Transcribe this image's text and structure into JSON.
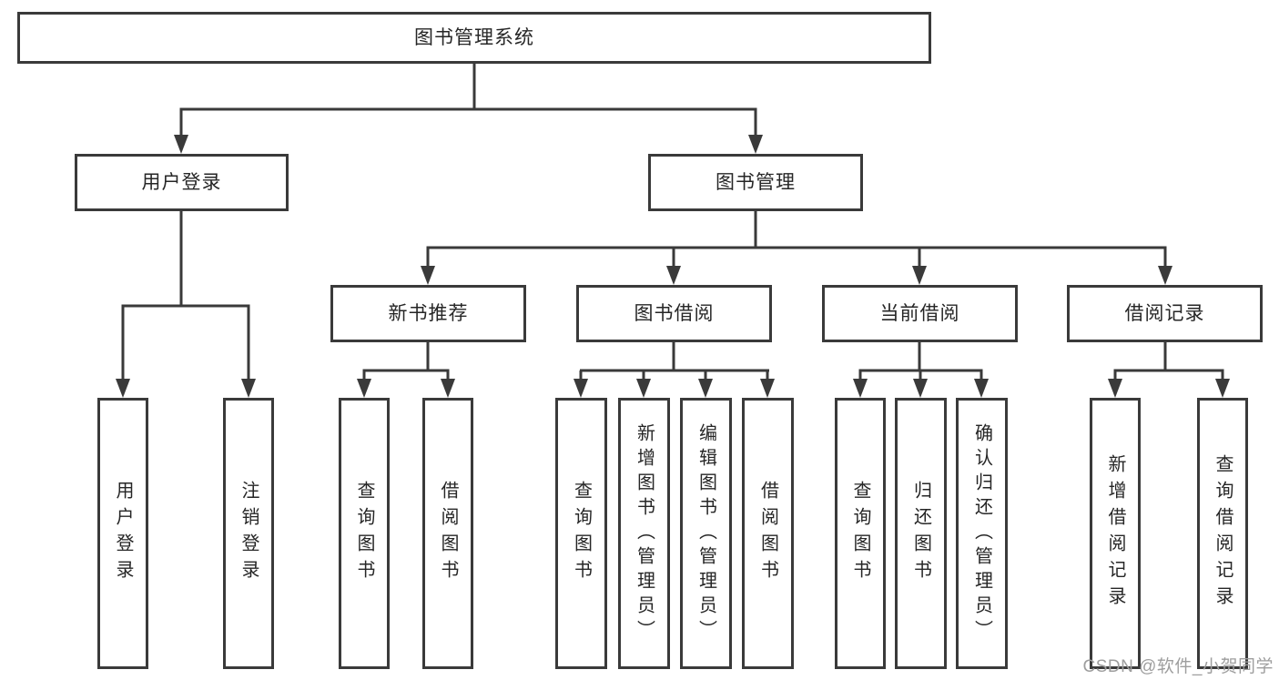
{
  "colors": {
    "line": "#3a3a3a",
    "text": "#262626",
    "background": "#ffffff",
    "watermark_color": "#9e9e9e"
  },
  "tree": {
    "label": "图书管理系统",
    "children": [
      {
        "label": "用户登录",
        "children": [
          {
            "label": "用户登录"
          },
          {
            "label": "注销登录"
          }
        ]
      },
      {
        "label": "图书管理",
        "children": [
          {
            "label": "新书推荐",
            "children": [
              {
                "label": "查询图书"
              },
              {
                "label": "借阅图书"
              }
            ]
          },
          {
            "label": "图书借阅",
            "children": [
              {
                "label": "查询图书"
              },
              {
                "label": "新增图书（管理员）"
              },
              {
                "label": "编辑图书（管理员）"
              },
              {
                "label": "借阅图书"
              }
            ]
          },
          {
            "label": "当前借阅",
            "children": [
              {
                "label": "查询图书"
              },
              {
                "label": "归还图书"
              },
              {
                "label": "确认归还（管理员）"
              }
            ]
          },
          {
            "label": "借阅记录",
            "children": [
              {
                "label": "新增借阅记录"
              },
              {
                "label": "查询借阅记录"
              }
            ]
          }
        ]
      }
    ]
  },
  "watermark": {
    "text": "CSDN @软件_小贺同学"
  }
}
